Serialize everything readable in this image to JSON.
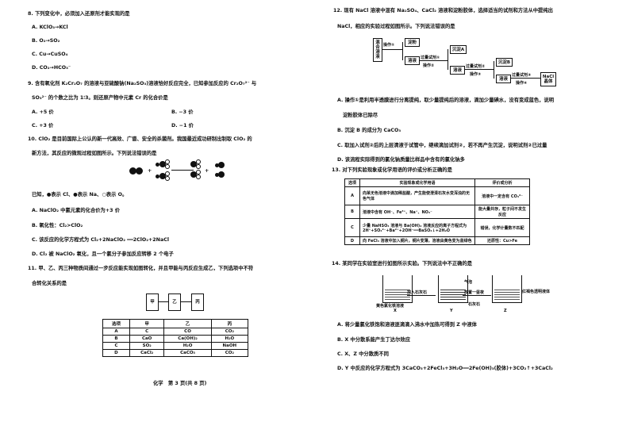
{
  "q8": {
    "stem": "8. 下列变化中，必须加入还原剂才能实现的是",
    "options": [
      "A. KClO₃→KCl",
      "B. O₂→SO₂",
      "C. Cu→CuSO₄",
      "D. CO₂→HCO₃⁻"
    ]
  },
  "q9": {
    "stem1": "9. 含有氧化剂 K₂Cr₂O₇ 的溶液与亚硫酸钠(Na₂SO₃)溶液恰好反应完全，已知参加反应的 Cr₂O₇²⁻ 与",
    "stem2": "SO₃²⁻ 的个数之比为 1∶3。则还原产物中元素 Cr 的化合价是",
    "options": [
      "A. +5 价",
      "B. −3 价",
      "C. +3 价",
      "D. −1 价"
    ]
  },
  "q10": {
    "stem1": "10. ClO₂ 是目前国际上公认的新一代高效、广谱、安全的杀菌剂。我国最近成功研制出制取 ClO₂ 的",
    "stem2": "新方法，其反应的微观过程如图所示。下列说法错误的是",
    "plus": "+",
    "legend": "已知，●表示 Cl、●表示 Na、○表示 O。",
    "options": [
      "A. NaClO₂ 中氯元素的化合价为+3 价",
      "B. 氧化性：Cl₂>ClO₂",
      "C. 该反应的化学方程式为 Cl₂+2NaClO₂ ══2ClO₂+2NaCl",
      "D. Cl₂ 被 NaClO₂ 氧化，且一个氯分子参加反应转移 2 个电子"
    ]
  },
  "q11": {
    "stem1": "11. 甲、乙、丙三种物质间通过一步反应能实现如图转化，并且甲能与丙反应生成乙，下列选项中不符",
    "stem2": "合转化关系的是",
    "flow": [
      "甲",
      "乙",
      "丙"
    ],
    "table": {
      "headers": [
        "选项",
        "甲",
        "乙",
        "丙"
      ],
      "rows": [
        [
          "A",
          "C",
          "CO",
          "CO₂"
        ],
        [
          "B",
          "CaO",
          "Ca(OH)₂",
          "H₂O"
        ],
        [
          "C",
          "SO₂",
          "H₂O",
          "NaOH"
        ],
        [
          "D",
          "CaCl₂",
          "CaCO₃",
          "CO₂"
        ]
      ]
    }
  },
  "footer": "化学　第 3 页(共 8 页)",
  "q12": {
    "stem1": "12. 现有 NaCl 溶液中混有 Na₂SO₄、CaCl₂ 溶液和淀粉胶体，选择适当的试剂和方法从中提纯出",
    "stem2": "NaCl，相应的实验过程如图所示。下列说法错误的是",
    "flow": {
      "start": "混合溶液",
      "op1": "操作①",
      "starch": "淀粉",
      "filtrate1": "溶液",
      "reag2": "过量试剂①",
      "op2": "操作②",
      "precA": "沉淀A",
      "filtrate2": "溶液",
      "reag3": "过量试剂②",
      "op3": "操作③",
      "precB": "沉淀B",
      "filtrate3": "溶液",
      "reag4": "过量试剂③",
      "op4": "操作④",
      "product": "NaCl晶体"
    },
    "options": [
      "A. 操作①是利用半透膜进行分离提纯，取少量提纯后的溶液，滴加少量碘水，没有变成蓝色，说明",
      "淀粉胶体已除尽",
      "B. 沉淀 B 的成分为 CaCO₃",
      "C. 取加入试剂②后的上层清液于试管中，继续滴加试剂②，若不再产生沉淀，说明试剂②已过量",
      "D. 该流程实际得到的氯化钠质量比样品中含有的氯化钠多"
    ]
  },
  "q13": {
    "stem": "13. 对下列实验现象或化学用语的评价或分析正确的是",
    "headers": [
      "选项",
      "实验现象或化学用语",
      "评价或分析"
    ],
    "rows": [
      [
        "A",
        "向某无色溶液中滴加稀盐酸，产生能使澄清石灰水变浑浊的无色气体",
        "溶液中一定含有 CO₃²⁻"
      ],
      [
        "B",
        "溶液中含有 OH⁻、Fe³⁺、Na⁺、NO₃⁻",
        "能大量共存，粒子间不发生反应"
      ],
      [
        "C",
        "少量 NaHSO₄ 溶液与 Ba(OH)₂ 溶液反应的离子方程式为 2H⁺+SO₄²⁻+Ba²⁺+2OH⁻══BaSO₄↓+2H₂O",
        "错误，化学计量数不匹配"
      ],
      [
        "D",
        "向 FeCl₃ 溶液中加入铜片，铜片变薄，溶液由黄色变为蓝绿色",
        "还原性：Cu>Fe"
      ]
    ]
  },
  "q14": {
    "stem": "14. 某同学在实验室进行如图所示实验。下列说法中不正确的是",
    "arrow1": "加入石灰石",
    "arrow2": "放置一昼夜",
    "gas": "气泡",
    "limestone": "石灰石",
    "x_label": "黄色氯化铁溶液",
    "z_label": "红褐色透明液体",
    "beakers": [
      "X",
      "Y",
      "Z"
    ],
    "options": [
      "A. 将少量氯化铁饱和溶液逐滴滴入沸水中加热可得到 Z 中液体",
      "B. X 中分散系能产生丁达尔效应",
      "C. X、Z 中分散质不同",
      "D. Y 中反应的化学方程式为 3CaCO₃+2FeCl₃+3H₂O══2Fe(OH)₃(胶体)+3CO₂↑+3CaCl₂"
    ]
  }
}
